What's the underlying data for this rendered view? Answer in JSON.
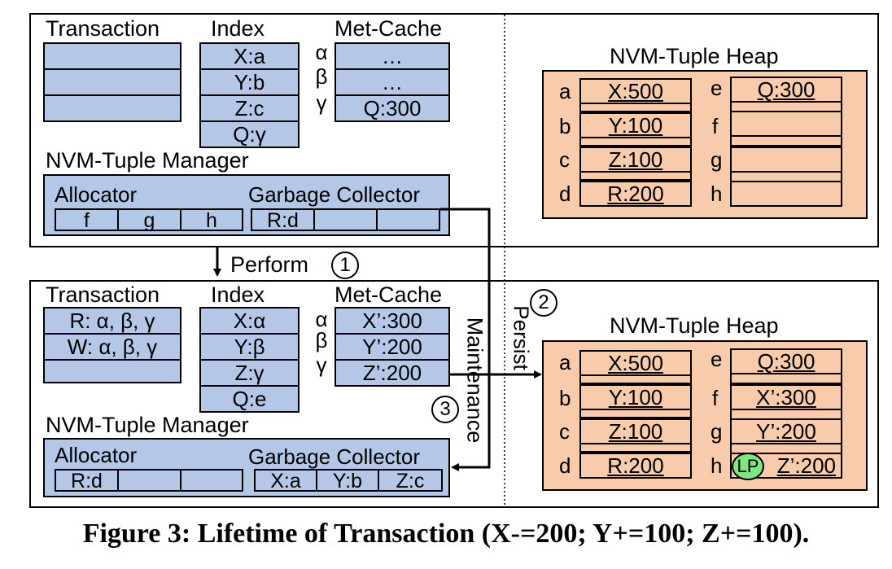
{
  "top": {
    "transaction_title": "Transaction",
    "index_title": "Index",
    "index_cells": [
      "X:a",
      "Y:b",
      "Z:c",
      "Q:γ"
    ],
    "greek": [
      "α",
      "β",
      "γ"
    ],
    "metcache_title": "Met-Cache",
    "metcache_cells": [
      "…",
      "…",
      "Q:300"
    ],
    "manager_title": "NVM-Tuple Manager",
    "allocator_title": "Allocator",
    "allocator_slots": [
      "f",
      "g",
      "h"
    ],
    "gc_title": "Garbage Collector",
    "gc_slots": [
      "R:d",
      "",
      ""
    ],
    "heap_title": "NVM-Tuple Heap",
    "heap_left_labels": [
      "a",
      "b",
      "c",
      "d"
    ],
    "heap_left_values": [
      "X:500",
      "Y:100",
      "Z:100",
      "R:200"
    ],
    "heap_right_labels": [
      "e",
      "f",
      "g",
      "h"
    ],
    "heap_right_values": [
      "Q:300",
      "",
      "",
      ""
    ]
  },
  "bottom": {
    "transaction_title": "Transaction",
    "transaction_rows": [
      "R: α, β, γ",
      "W: α, β, γ",
      ""
    ],
    "index_title": "Index",
    "index_cells": [
      "X:α",
      "Y:β",
      "Z:γ",
      "Q:e"
    ],
    "greek": [
      "α",
      "β",
      "γ"
    ],
    "metcache_title": "Met-Cache",
    "metcache_cells": [
      "X’:300",
      "Y’:200",
      "Z’:200"
    ],
    "manager_title": "NVM-Tuple Manager",
    "allocator_title": "Allocator",
    "allocator_slots": [
      "R:d",
      "",
      ""
    ],
    "gc_title": "Garbage Collector",
    "gc_slots": [
      "X:a",
      "Y:b",
      "Z:c"
    ],
    "heap_title": "NVM-Tuple Heap",
    "heap_left_labels": [
      "a",
      "b",
      "c",
      "d"
    ],
    "heap_left_values": [
      "X:500",
      "Y:100",
      "Z:100",
      "R:200"
    ],
    "heap_right_labels": [
      "e",
      "f",
      "g",
      "h"
    ],
    "heap_right_values": [
      "Q:300",
      "X’:300",
      "Y’:200",
      "Z’:200"
    ],
    "lp_badge": "LP"
  },
  "steps": {
    "perform": "Perform",
    "perform_num": "1",
    "persist": "Persist",
    "persist_num": "2",
    "maintenance": "Maintenance",
    "maintenance_num": "3"
  },
  "caption": "Figure 3: Lifetime of Transaction (X-=200; Y+=100; Z+=100).",
  "colors": {
    "dram_fill": "#b4c7e7",
    "nvm_fill": "#f8cbad",
    "lp_fill": "#7fe57f"
  }
}
